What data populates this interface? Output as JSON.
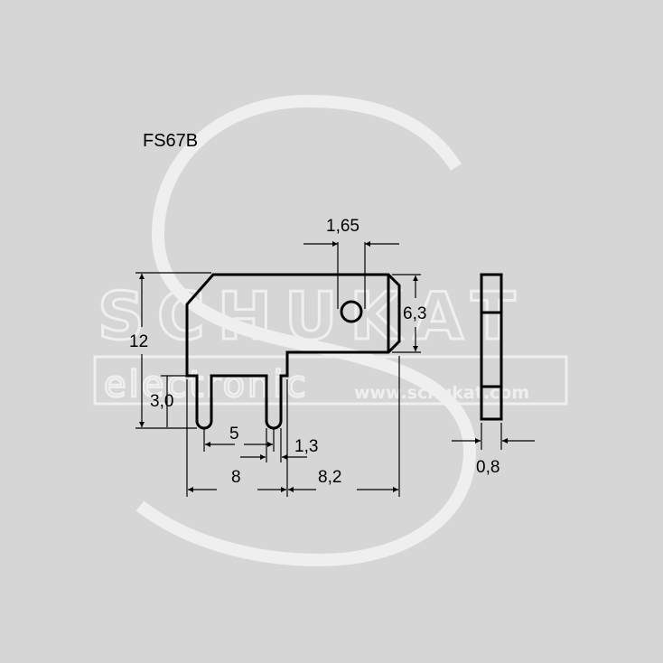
{
  "title": "FS67B",
  "watermark": {
    "brand": "SCHUKAT",
    "sub": "electronic",
    "url": "www.schukat.com",
    "color": "#efefef"
  },
  "dimensions": {
    "hole_diameter": "1,65",
    "tab_width": "6,3",
    "overall_height": "12",
    "pin_height": "3,0",
    "pin_pitch": "5",
    "pin_width": "1,3",
    "pin_to_edge": "8",
    "tab_length": "8,2",
    "thickness": "0,8"
  },
  "colors": {
    "background": "#d6d6d6",
    "line": "#000000"
  }
}
